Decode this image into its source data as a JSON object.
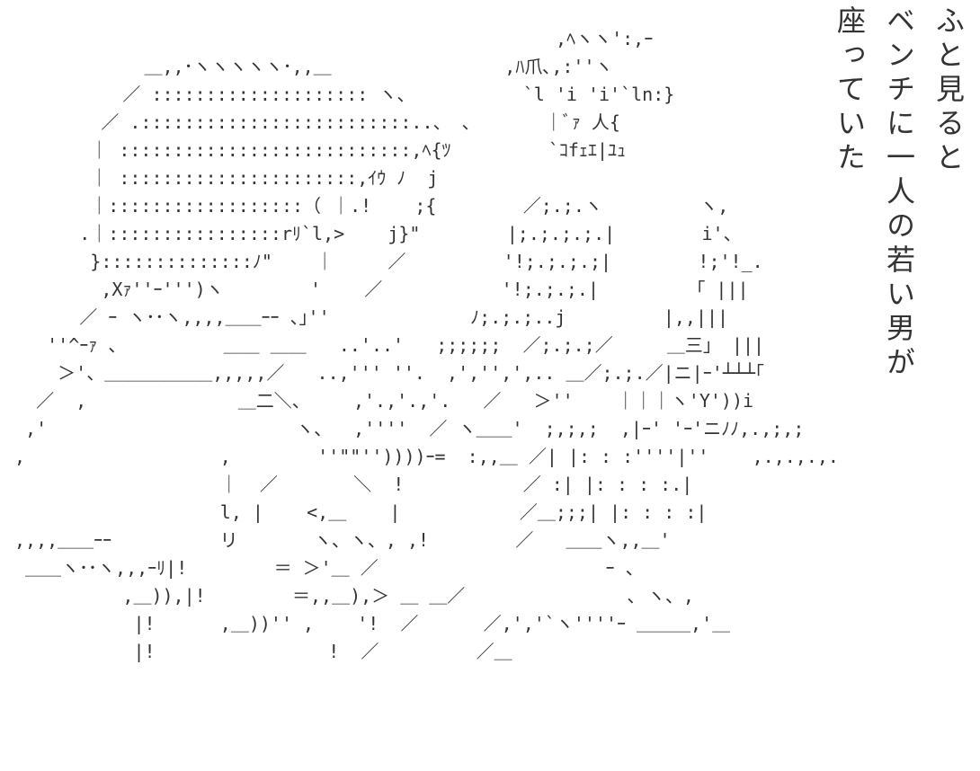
{
  "page": {
    "background_color": "#ffffff",
    "text_color": "#333333"
  },
  "caption": {
    "columns": [
      "ふと見ると",
      "ベンチに一人の若い男が",
      "座っていた"
    ]
  },
  "ascii_art": {
    "lines": [
      "                                                  ,ﾍヽヽ':,ｰ",
      "            ＿,,･ヽヽヽヽヽ･,,＿                ,ﾊ爪､,:''ヽ",
      "          ／ :::::::::::::::::::: ヽ、          `l 'i 'i'`ln:}",
      "        ／ .:::::::::::::::::::::::::..、 、      ｜ﾞｧ 人{",
      "       ｜ :::::::::::::::::::::::::::,ﾍ{ﾂ         `ｺfｪｴ|ﾕｭ",
      "       ｜ ::::::::::::::::::::::,ｲｳ ﾉ  j",
      "       ｜::::::::::::::::::（ ｜.!    ;{        ／;.;.ヽ         ヽ,",
      "      .｜::::::::::::::::rﾘ`l,>    j}\"        |;.;.;.;.|        i'、",
      "       }::::::::::::::ﾉ\"    ｜     ／         '!;.;.;.;|        !;'!_.",
      "        ,Xｧ''ｰ''')ヽ        '    ／           '!;.;.;.|         ｢ |||",
      "      ／ ｰ ヽ･･ヽ,,,,＿＿ｰｰ 、｣''             ﾉ;.;.;..j         |,,|||",
      "   ''^ｰｧ 、         ＿＿ ＿＿   ..'..'   ;;;;;;  ／;.;.;／     ＿三」 |||",
      "    ＞'、＿＿＿＿＿＿,,,,,／   ..,''' ''.  ,','',',.. ＿／;.;.／|ニ|ｰ'┴┴┴｢",
      "  ／  ,              ＿二＼、    ,'.,'.,'.   ／   ＞''    ｜｜｜ヽ'Y'))i",
      " ,'                       ヽ、  ,''''  ／ ヽ＿＿'  ;,;,;  ,|ｰ' 'ｰ'ニﾉﾉ,.,;,;",
      ",                  ,        ''\"\"''))))ｰ=  :,,＿ ／| |: : :''''|''    ,.,.,.,.",
      "                   ｜  ／       ＼  !           ／ :| |: : : :.|",
      "                   l, |    <,＿    |           ／＿;;;| |: : : :|",
      ",,,,＿＿ｰｰ          リ       ヽ、ヽ、, ,!        ／   ＿＿ヽ,,＿'",
      " ＿＿ヽ･･ヽ,,,ｰﾘ|!        ＝ ＞'＿ ／                     ｰ 、",
      "          ,＿)),|!        ＝,,＿),＞ ＿ ＿／               ､ ヽ、,",
      "           |!      ,＿))'' ,    '!  ／      ／,','`ヽ''''ｰ ＿＿＿,'＿",
      "           |!                !  ／         ／＿"
    ]
  }
}
